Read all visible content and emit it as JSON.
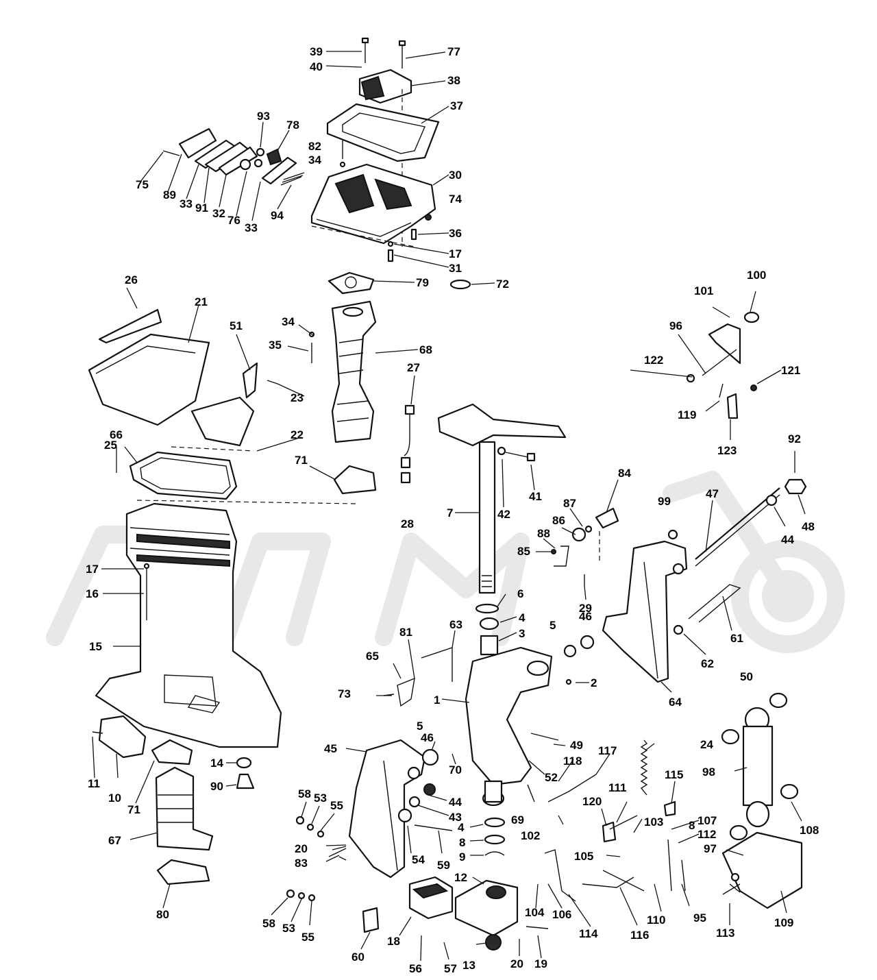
{
  "callouts": [
    "1",
    "2",
    "3",
    "4",
    "5",
    "6",
    "7",
    "8",
    "9",
    "10",
    "11",
    "12",
    "13",
    "14",
    "15",
    "16",
    "17",
    "18",
    "19",
    "20",
    "21",
    "22",
    "23",
    "24",
    "25",
    "26",
    "27",
    "28",
    "29",
    "30",
    "31",
    "32",
    "33",
    "34",
    "35",
    "36",
    "37",
    "38",
    "39",
    "40",
    "41",
    "42",
    "43",
    "44",
    "45",
    "46",
    "47",
    "48",
    "49",
    "50",
    "51",
    "52",
    "53",
    "54",
    "55",
    "56",
    "57",
    "58",
    "59",
    "60",
    "61",
    "62",
    "63",
    "64",
    "65",
    "66",
    "67",
    "68",
    "69",
    "70",
    "71",
    "72",
    "73",
    "74",
    "75",
    "76",
    "77",
    "78",
    "79",
    "80",
    "81",
    "82",
    "83",
    "84",
    "85",
    "86",
    "87",
    "88",
    "89",
    "90",
    "91",
    "92",
    "93",
    "94",
    "95",
    "96",
    "97",
    "98",
    "99",
    "100",
    "101",
    "102",
    "103",
    "104",
    "105",
    "106",
    "107",
    "108",
    "109",
    "110",
    "111",
    "112",
    "113",
    "114",
    "115",
    "116",
    "117",
    "118",
    "119",
    "120",
    "121",
    "122",
    "123"
  ],
  "watermark": {
    "text": "",
    "color": "#e6e6e6"
  },
  "colors": {
    "line": "#111111",
    "background": "#ffffff"
  }
}
